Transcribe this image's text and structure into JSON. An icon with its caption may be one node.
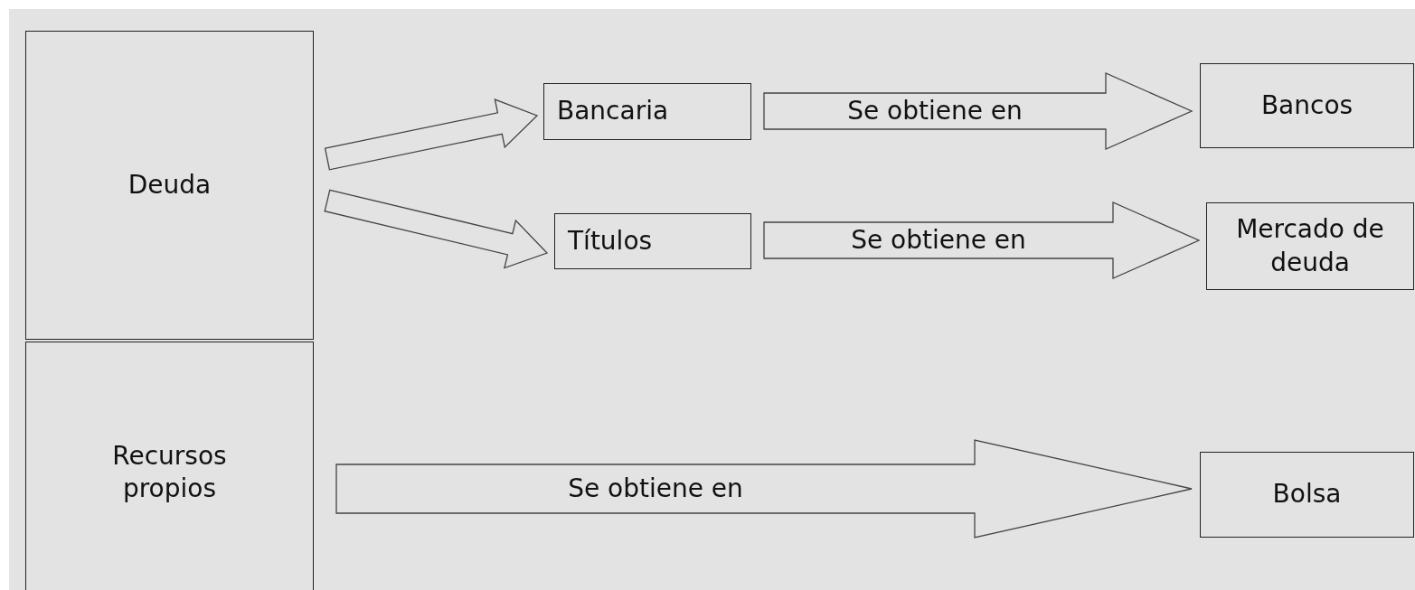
{
  "diagram": {
    "nodes": [
      {
        "text": [
          "Deuda"
        ]
      },
      {
        "text": [
          "Recursos propios"
        ]
      },
      {
        "text": [
          "Bancaria"
        ]
      },
      {
        "text": [
          "Títulos"
        ]
      },
      {
        "text": [
          "Bancos"
        ]
      },
      {
        "text": [
          "Mercado de deuda"
        ]
      },
      {
        "text": [
          "Bolsa"
        ]
      }
    ],
    "edges": [
      {
        "from": 0,
        "to": 2,
        "arrow": "to"
      },
      {
        "from": 0,
        "to": 3,
        "arrow": "to"
      },
      {
        "from": 2,
        "to": 4,
        "arrow": "to",
        "label": "Se obtiene en"
      },
      {
        "from": 3,
        "to": 5,
        "arrow": "to",
        "label": "Se obtiene en"
      },
      {
        "from": 1,
        "to": 6,
        "arrow": "to",
        "label": "Se obtiene en"
      }
    ]
  }
}
